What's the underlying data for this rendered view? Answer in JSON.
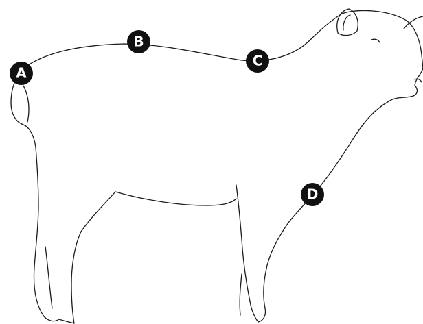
{
  "markers": [
    {
      "id": "A",
      "label": "A"
    },
    {
      "id": "B",
      "label": "B"
    },
    {
      "id": "C",
      "label": "C"
    },
    {
      "id": "D",
      "label": "D"
    }
  ]
}
